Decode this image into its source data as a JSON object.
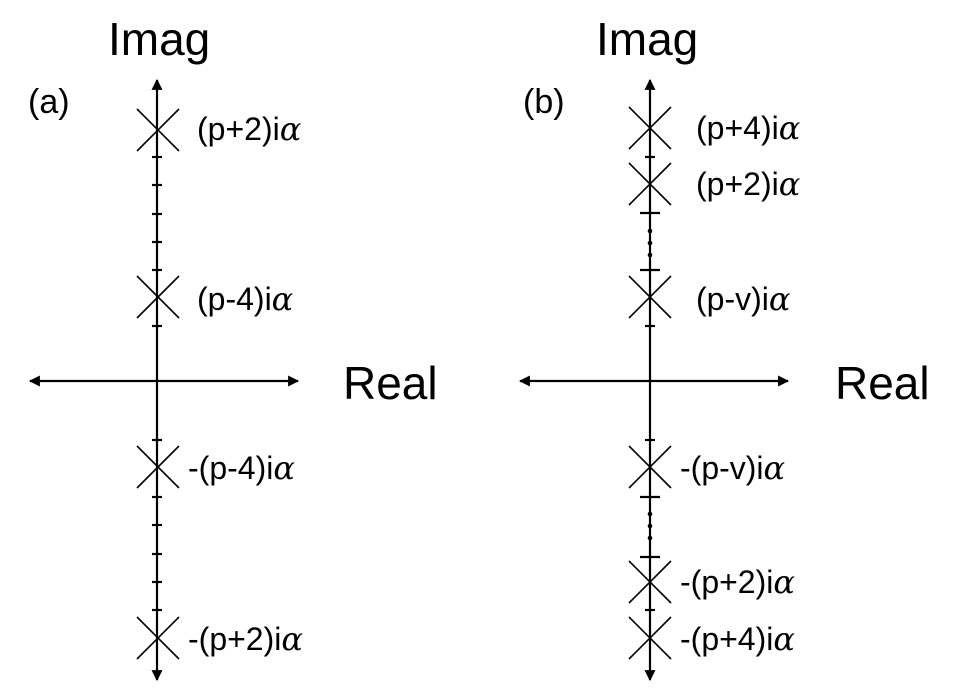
{
  "panels": [
    {
      "id": "a",
      "panel_label": "(a)",
      "imag_label": "Imag",
      "real_label": "Real",
      "poles": [
        {
          "text": "(p+2)i",
          "greek": "α"
        },
        {
          "text": "(p-4)i",
          "greek": "α"
        },
        {
          "text": "-(p-4)i",
          "greek": "α"
        },
        {
          "text": "-(p+2)i",
          "greek": "α"
        }
      ]
    },
    {
      "id": "b",
      "panel_label": "(b)",
      "imag_label": "Imag",
      "real_label": "Real",
      "poles": [
        {
          "text": "(p+4)i",
          "greek": "α"
        },
        {
          "text": "(p+2)i",
          "greek": "α"
        },
        {
          "text": "(p-v)i",
          "greek": "α"
        },
        {
          "text": "-(p-v)i",
          "greek": "α"
        },
        {
          "text": "-(p+2)i",
          "greek": "α"
        },
        {
          "text": "-(p+4)i",
          "greek": "α"
        }
      ]
    }
  ]
}
